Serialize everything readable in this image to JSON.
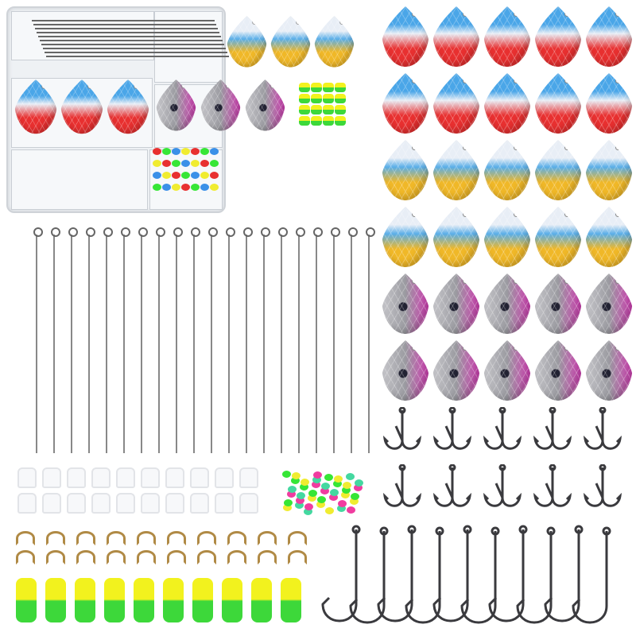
{
  "products": {
    "blade_colors": {
      "blue_red": [
        "#4aa6e8",
        "#e8eef6",
        "#e83030"
      ],
      "blue_yellow": [
        "#e8eef6",
        "#5aaee8",
        "#f0b828"
      ],
      "silver_pink": [
        "#c8c8cc",
        "#9a9aa0",
        "#d23cb4"
      ]
    },
    "blade_rows": [
      "blue_red",
      "blue_red",
      "blue_yellow",
      "blue_yellow",
      "silver_pink",
      "silver_pink"
    ],
    "bead_colors": [
      "#36e636",
      "#f03ca0",
      "#f0ec30",
      "#44d8a0"
    ],
    "float_colors": [
      "#f2f21e",
      "#3dd83a"
    ],
    "ring_color": "#b08a45",
    "hook_color": "#3a3a3e"
  }
}
